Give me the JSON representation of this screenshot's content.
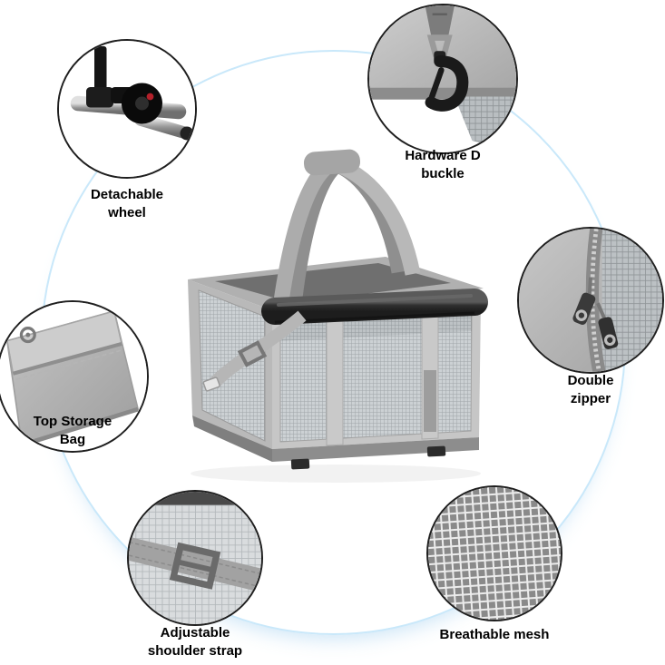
{
  "center_product": "soft-sided-pet-carrier",
  "colors": {
    "highlight_circle": "#c9e8fa",
    "callout_border": "#1f1f1f",
    "label_text": "#000000",
    "fabric_light": "#c6c6c6",
    "fabric_mid": "#a9a9a9",
    "rolled_top_dark": "#2e2e2e"
  },
  "callouts": [
    {
      "id": "detachable-wheel",
      "label": "Detachable\nwheel"
    },
    {
      "id": "hardware-d-buckle",
      "label": "Hardware D\nbuckle"
    },
    {
      "id": "double-zipper",
      "label": "Double\nzipper"
    },
    {
      "id": "top-storage-bag",
      "label": "Top Storage\nBag"
    },
    {
      "id": "adjustable-shoulder-strap",
      "label": "Adjustable\nshoulder strap"
    },
    {
      "id": "breathable-mesh",
      "label": "Breathable mesh"
    }
  ]
}
